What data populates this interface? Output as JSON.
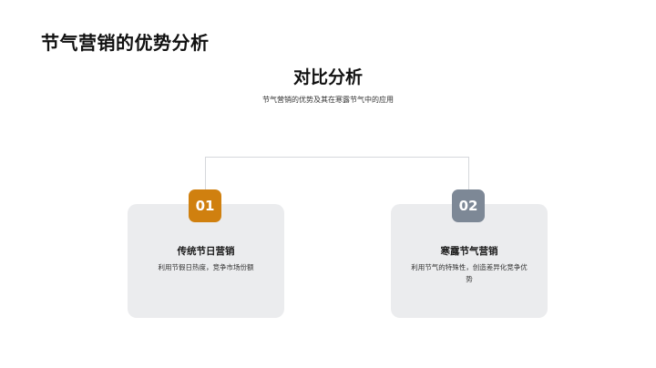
{
  "slide": {
    "title": "节气营销的优势分析"
  },
  "section": {
    "heading": "对比分析",
    "subtitle": "节气营销的优势及其在寒露节气中的应用"
  },
  "cards": [
    {
      "number": "01",
      "title": "传统节日营销",
      "description": "利用节假日热度，竞争市场份额",
      "badge_color": "#d0800f"
    },
    {
      "number": "02",
      "title": "寒露节气营销",
      "description": "利用节气的特殊性，创造差异化竞争优势",
      "badge_color": "#7d8896"
    }
  ],
  "colors": {
    "card_background": "#ebecee",
    "connector": "#d6d8dc",
    "accent_primary": "#d0800f",
    "accent_secondary": "#7d8896"
  }
}
